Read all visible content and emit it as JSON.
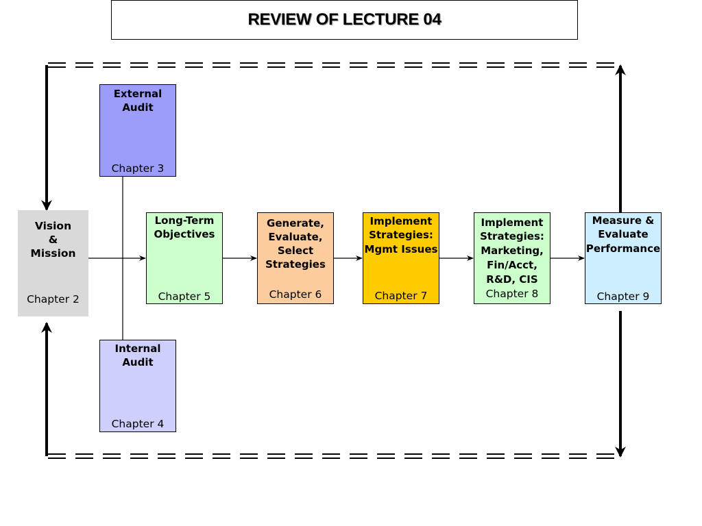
{
  "title": "REVIEW OF LECTURE 04",
  "colors": {
    "external_audit": "#9c9cfa",
    "internal_audit": "#cfcffc",
    "vision": "#d9d9d9",
    "long_term": "#ccffcc",
    "generate": "#fccc9c",
    "implement_mgmt": "#ffcc00",
    "implement_marketing": "#ccffcc",
    "measure": "#cceeff"
  },
  "boxes": {
    "external_audit": {
      "lines": [
        "External",
        "Audit"
      ],
      "chapter": "Chapter 3"
    },
    "internal_audit": {
      "lines": [
        "Internal",
        "Audit"
      ],
      "chapter": "Chapter 4"
    },
    "vision": {
      "lines": [
        "Vision",
        "&",
        "Mission"
      ],
      "chapter": "Chapter 2"
    },
    "long_term": {
      "lines": [
        "Long-Term",
        "Objectives"
      ],
      "chapter": "Chapter 5"
    },
    "generate": {
      "lines": [
        "Generate,",
        "Evaluate,",
        "Select",
        "Strategies"
      ],
      "chapter": "Chapter 6"
    },
    "implement_mgmt": {
      "lines": [
        "Implement",
        "Strategies:",
        "Mgmt Issues"
      ],
      "chapter": "Chapter 7"
    },
    "implement_marketing": {
      "lines": [
        "Implement",
        "Strategies:",
        "Marketing,",
        "Fin/Acct,",
        "R&D, CIS"
      ],
      "chapter": "Chapter 8"
    },
    "measure": {
      "lines": [
        "Measure &",
        "Evaluate",
        "Performance"
      ],
      "chapter": "Chapter 9"
    }
  }
}
